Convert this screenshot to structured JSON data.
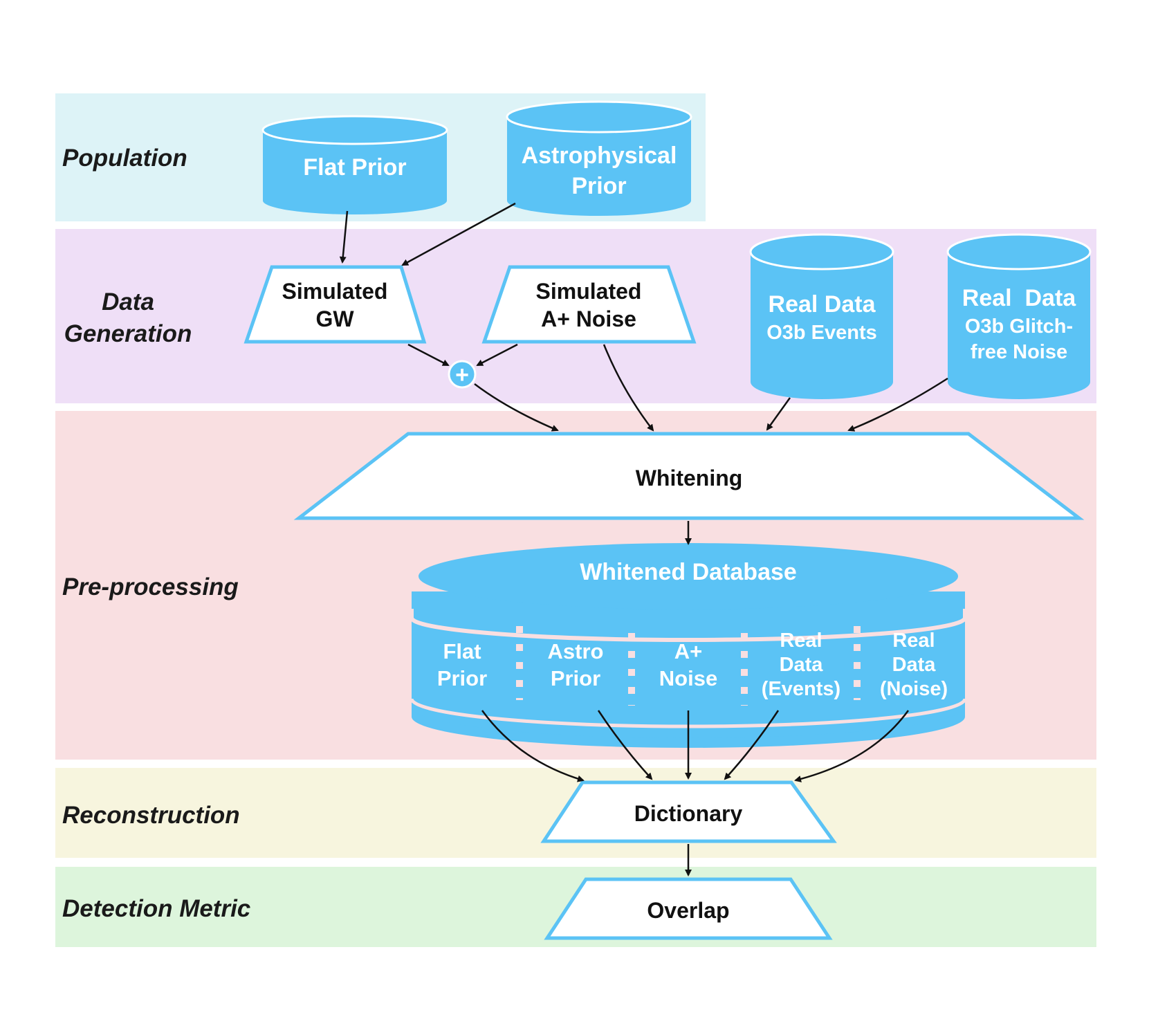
{
  "bands": {
    "population": "Population",
    "data_generation_1": "Data",
    "data_generation_2": "Generation",
    "preprocessing": "Pre-processing",
    "reconstruction": "Reconstruction",
    "detection_metric": "Detection Metric"
  },
  "colors": {
    "population_band": "#ddf3f7",
    "data_generation_band": "#efdff7",
    "preprocessing_band": "#f9dfe1",
    "reconstruction_band": "#f7f5de",
    "detection_band": "#ddf5dc",
    "node_fill": "#5bc3f5",
    "node_stroke": "#5bc3f5",
    "arrow": "#111111"
  },
  "population": {
    "flat_prior": "Flat Prior",
    "astrophysical_prior_1": "Astrophysical",
    "astrophysical_prior_2": "Prior"
  },
  "data_generation": {
    "simulated_gw_1": "Simulated",
    "simulated_gw_2": "GW",
    "simulated_noise_1": "Simulated",
    "simulated_noise_2": "A+ Noise",
    "plus_symbol": "+",
    "real_events_1": "Real Data",
    "real_events_2": "O3b Events",
    "real_noise_1": "Real  Data",
    "real_noise_2": "O3b Glitch-",
    "real_noise_3": "free Noise"
  },
  "preprocessing": {
    "whitening": "Whitening",
    "database_title": "Whitened Database",
    "segments": [
      {
        "line1": "Flat",
        "line2": "Prior",
        "line3": ""
      },
      {
        "line1": "Astro",
        "line2": "Prior",
        "line3": ""
      },
      {
        "line1": "A+",
        "line2": "Noise",
        "line3": ""
      },
      {
        "line1": "Real",
        "line2": "Data",
        "line3": "(Events)"
      },
      {
        "line1": "Real",
        "line2": "Data",
        "line3": "(Noise)"
      }
    ]
  },
  "reconstruction": {
    "dictionary": "Dictionary"
  },
  "detection": {
    "overlap": "Overlap"
  }
}
